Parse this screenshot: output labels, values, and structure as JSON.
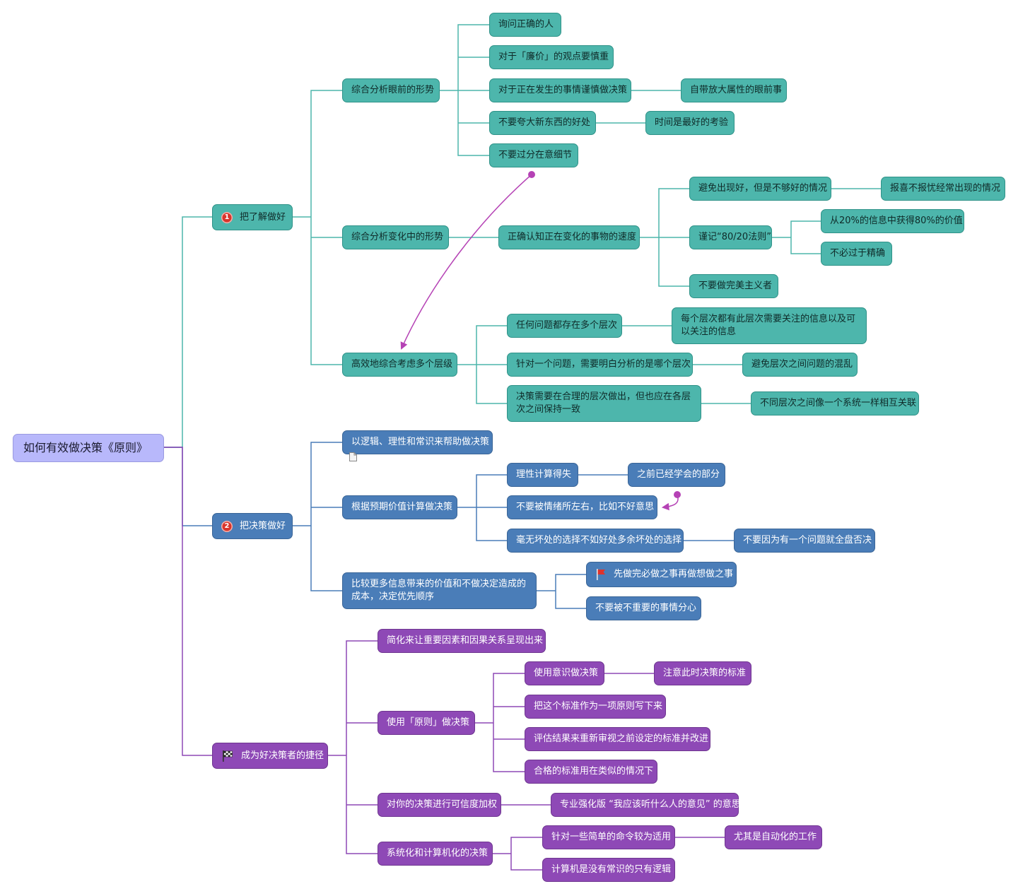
{
  "root": {
    "label": "如何有效做决策《原则》"
  },
  "branch1": {
    "badge": "1",
    "label": "把了解做好",
    "a": {
      "label": "综合分析眼前的形势",
      "c1": "询问正确的人",
      "c2": "对于「廉价」的观点要慎重",
      "c3": "对于正在发生的事情谨慎做决策",
      "c3a": "自带放大属性的眼前事",
      "c4": "不要夸大新东西的好处",
      "c4a": "时间是最好的考验",
      "c5": "不要过分在意细节"
    },
    "b": {
      "label": "综合分析变化中的形势",
      "c1": "正确认知正在变化的事物的速度",
      "c1a": "避免出现好，但是不够好的情况",
      "c1a1": "报喜不报忧经常出现的情况",
      "c1b": "谨记“80/20法则”",
      "c1b1": "从20%的信息中获得80%的价值",
      "c1b2": "不必过于精确",
      "c1c": "不要做完美主义者"
    },
    "c": {
      "label": "高效地综合考虑多个层级",
      "c1": "任何问题都存在多个层次",
      "c1a": "每个层次都有此层次需要关注的信息以及可以关注的信息",
      "c2": "针对一个问题，需要明白分析的是哪个层次",
      "c2a": "避免层次之间问题的混乱",
      "c3": "决策需要在合理的层次做出，但也应在各层次之间保持一致",
      "c3a": "不同层次之间像一个系统一样相互关联"
    }
  },
  "branch2": {
    "badge": "2",
    "label": "把决策做好",
    "a": {
      "label": "以逻辑、理性和常识来帮助做决策"
    },
    "b": {
      "label": "根据预期价值计算做决策",
      "c1": "理性计算得失",
      "c1a": "之前已经学会的部分",
      "c2": "不要被情绪所左右，比如不好意思",
      "c3": "毫无坏处的选择不如好处多余坏处的选择",
      "c3a": "不要因为有一个问题就全盘否决"
    },
    "c": {
      "label": "比较更多信息带来的价值和不做决定造成的成本，决定优先顺序",
      "c1": "先做完必做之事再做想做之事",
      "c2": "不要被不重要的事情分心"
    }
  },
  "branch3": {
    "label": "成为好决策者的捷径",
    "a": {
      "label": "简化来让重要因素和因果关系呈现出来"
    },
    "b": {
      "label": "使用「原则」做决策",
      "c1": "使用意识做决策",
      "c1a": "注意此时决策的标准",
      "c2": "把这个标准作为一项原则写下来",
      "c3": "评估结果来重新审视之前设定的标准并改进",
      "c4": "合格的标准用在类似的情况下"
    },
    "c": {
      "label": "对你的决策进行可信度加权",
      "c1": "专业强化版 “我应该听什么人的意见” 的意思"
    },
    "d": {
      "label": "系统化和计算机化的决策",
      "c1": "针对一些简单的命令较为适用",
      "c1a": "尤其是自动化的工作",
      "c2": "计算机是没有常识的只有逻辑"
    }
  },
  "colors": {
    "teal": "#4db6ac",
    "blue": "#4a7db8",
    "purple": "#8e49b6",
    "root": "#b8b8fb",
    "relationship": "#b542b5"
  },
  "icons": [
    "badge-1-icon",
    "badge-2-icon",
    "checkered-flag-icon",
    "red-flag-icon",
    "document-icon"
  ]
}
